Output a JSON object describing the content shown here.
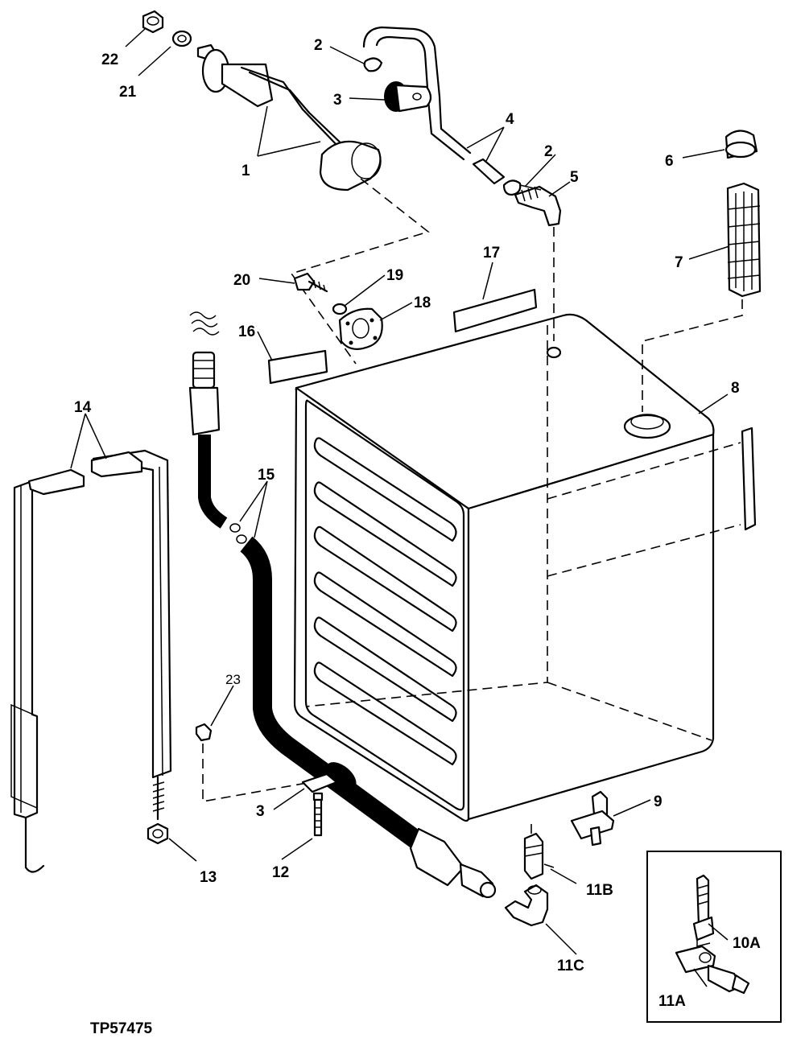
{
  "figure": {
    "reference": "TP57475",
    "callouts": {
      "c1": "1",
      "c2a": "2",
      "c2b": "2",
      "c3a": "3",
      "c3b": "3",
      "c4": "4",
      "c5": "5",
      "c6": "6",
      "c7": "7",
      "c8": "8",
      "c9": "9",
      "c10A": "10A",
      "c11A": "11A",
      "c11B": "11B",
      "c11C": "11C",
      "c12": "12",
      "c13": "13",
      "c14": "14",
      "c15": "15",
      "c16": "16",
      "c17": "17",
      "c18": "18",
      "c19": "19",
      "c20": "20",
      "c21": "21",
      "c22": "22",
      "c23": "23"
    }
  }
}
